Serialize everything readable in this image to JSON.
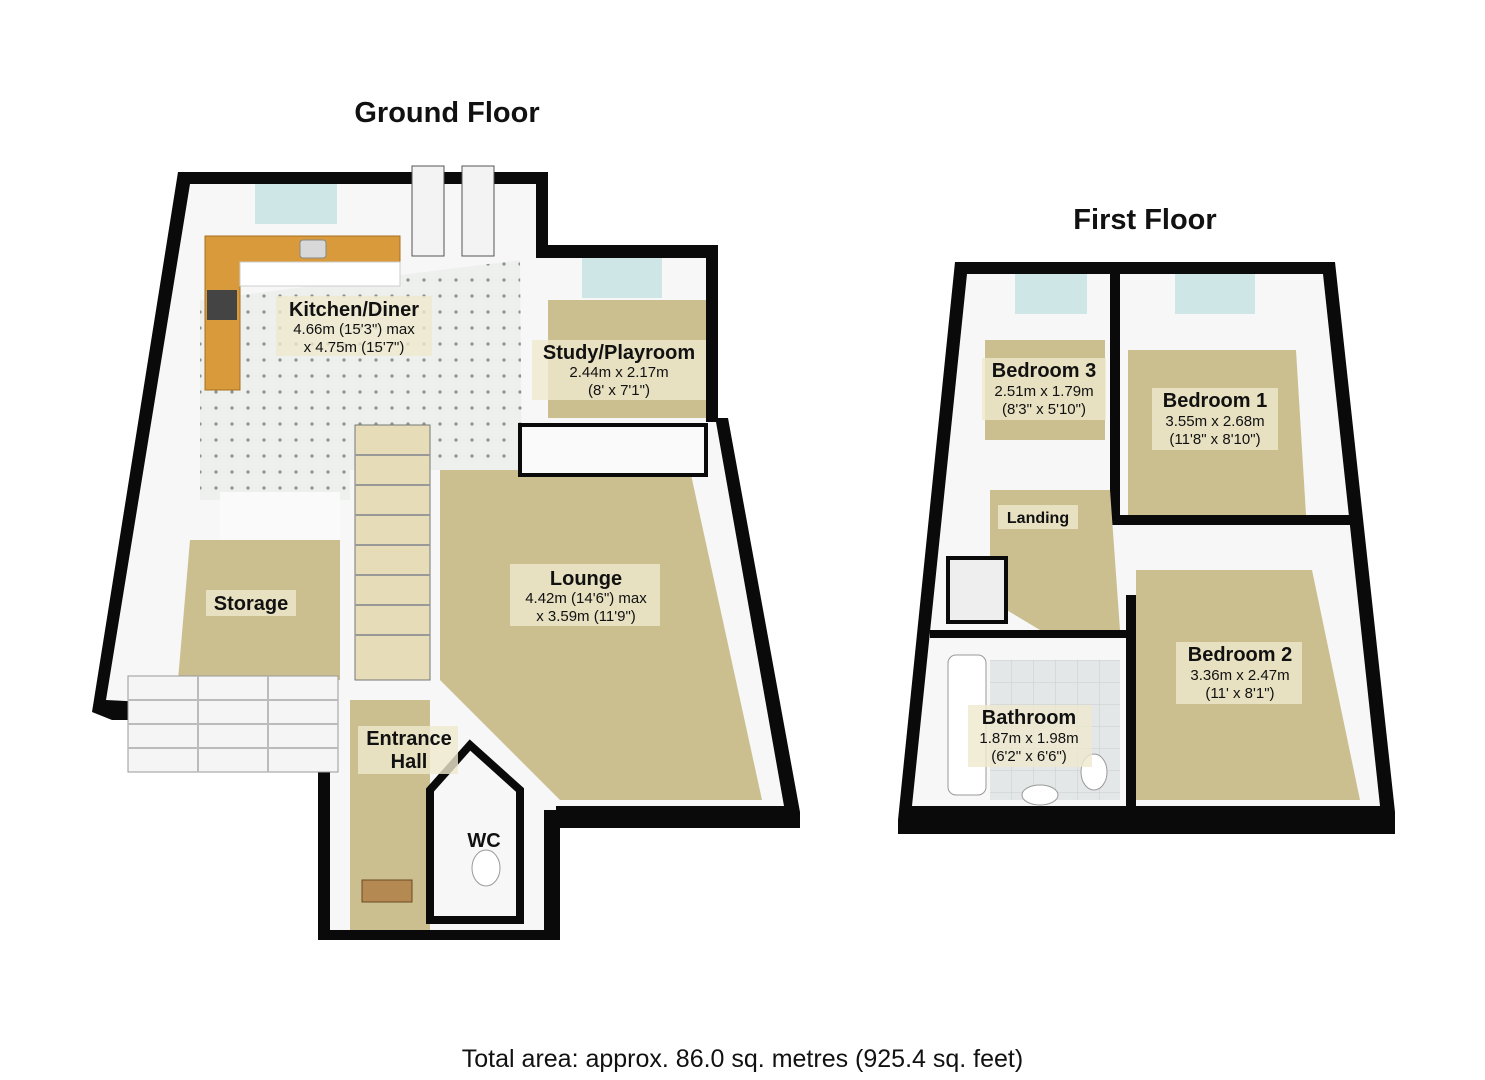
{
  "floors": {
    "ground": {
      "title": "Ground Floor",
      "rooms": {
        "kitchen": {
          "name": "Kitchen/Diner",
          "dim1": "4.66m (15'3\") max",
          "dim2": "x 4.75m (15'7\")"
        },
        "study": {
          "name": "Study/Playroom",
          "dim1": "2.44m x 2.17m",
          "dim2": "(8' x 7'1\")"
        },
        "lounge": {
          "name": "Lounge",
          "dim1": "4.42m (14'6\") max",
          "dim2": "x 3.59m (11'9\")"
        },
        "storage": {
          "name": "Storage"
        },
        "hall": {
          "name1": "Entrance",
          "name2": "Hall"
        },
        "wc": {
          "name": "WC"
        }
      }
    },
    "first": {
      "title": "First Floor",
      "rooms": {
        "bedroom3": {
          "name": "Bedroom 3",
          "dim1": "2.51m x 1.79m",
          "dim2": "(8'3\" x 5'10\")"
        },
        "bedroom1": {
          "name": "Bedroom 1",
          "dim1": "3.55m x 2.68m",
          "dim2": "(11'8\" x 8'10\")"
        },
        "landing": {
          "name": "Landing"
        },
        "bedroom2": {
          "name": "Bedroom 2",
          "dim1": "3.36m x 2.47m",
          "dim2": "(11' x 8'1\")"
        },
        "bathroom": {
          "name": "Bathroom",
          "dim1": "1.87m x 1.98m",
          "dim2": "(6'2\" x 6'6\")"
        }
      }
    }
  },
  "total_area": "Total area: approx. 86.0 sq. metres (925.4 sq. feet)",
  "colors": {
    "wall": "#0a0a0a",
    "carpet": "#cbbf8f",
    "tile": "#e9ece9",
    "worktop": "#d99a3c",
    "window": "#cfe6e6",
    "inner_wall": "#f3f3f3"
  }
}
